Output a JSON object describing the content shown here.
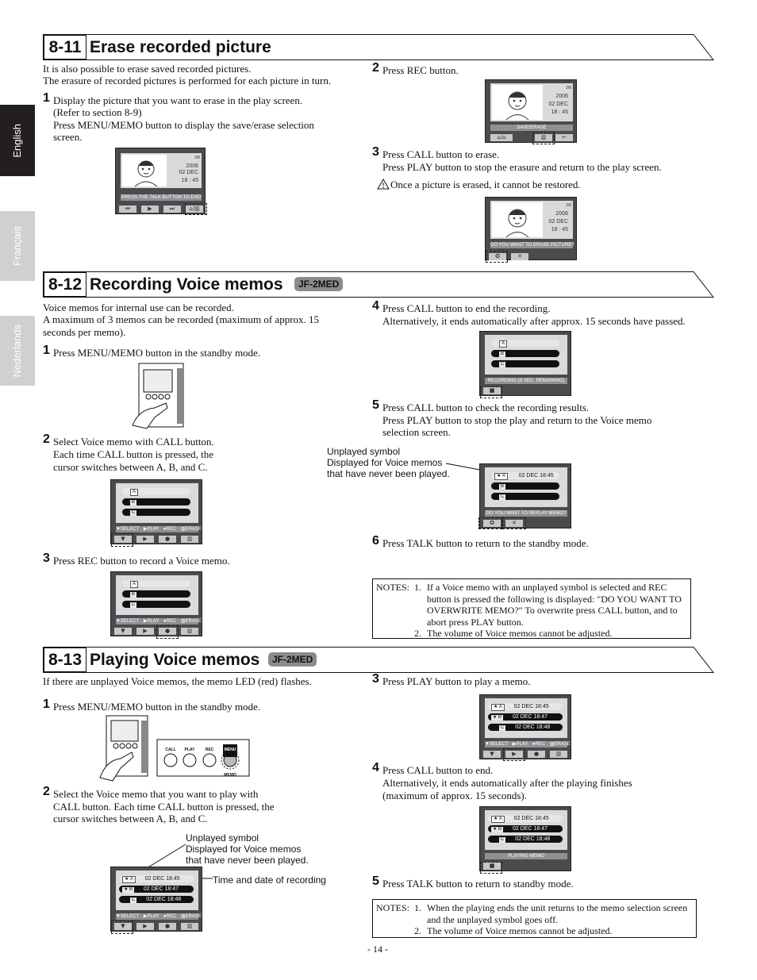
{
  "side_tabs": [
    "English",
    "Français",
    "Nederlands"
  ],
  "s811": {
    "num": "8-11",
    "title": "Erase recorded picture",
    "intro": [
      "It is also possible to erase saved recorded pictures.",
      "The erasure of recorded pictures is performed for each picture in turn."
    ],
    "step1": [
      "Display the picture that you want to erase in the play screen.",
      "(Refer to section 8-9)",
      "Press MENU/MEMO button to display the save/erase selection",
      "screen."
    ],
    "step2": "Press REC button.",
    "step3": [
      "Press CALL button to erase.",
      "Press PLAY button to stop the erasure and return to the play screen."
    ],
    "warning": "Once a picture is erased, it cannot be restored.",
    "lcd": {
      "count": "3/8",
      "year": "2006",
      "day": "02 DEC",
      "time": "18 : 45",
      "bar1": "PRESS THE TALK BUTTON TO END",
      "bar2": "SAVE/ERASE",
      "bar3": "DO YOU WANT TO ERASE PICTURE?"
    }
  },
  "s812": {
    "num": "8-12",
    "title": "Recording Voice memos",
    "badge": "JF-2MED",
    "intro": [
      "Voice memos for internal use can be recorded.",
      "A maximum of 3 memos can be recorded (maximum of approx. 15",
      "seconds per memo)."
    ],
    "step1": "Press MENU/MEMO button in the standby mode.",
    "step2": [
      "Select Voice memo with CALL button.",
      "Each time CALL button is pressed, the",
      "cursor switches between A, B, and C."
    ],
    "step3": "Press REC button to record a Voice memo.",
    "step4": [
      "Press CALL button to end the recording.",
      "Alternatively, it ends automatically after approx. 15 seconds have passed."
    ],
    "step5": [
      "Press CALL button to check the recording results.",
      "Press PLAY button to stop the play and return to the Voice memo",
      "selection screen."
    ],
    "step6": "Press TALK button to return to the standby mode.",
    "callout": [
      "Unplayed symbol",
      "Displayed for Voice memos",
      "that have never been played."
    ],
    "lcd": {
      "rec_bar": "RECORDING (8 SEC. REMAINING)",
      "replay_bar": "DO YOU WANT TO REPLAY MEMO?",
      "date": "02 DEC 18:45",
      "menu": [
        "▼SELECT",
        "▶PLAY",
        "●REC",
        "▥ERASE"
      ]
    },
    "notes_label": "NOTES:",
    "notes": [
      "If a Voice memo with an unplayed symbol is selected and REC",
      "button is pressed the following is displayed: \"DO YOU WANT TO",
      "OVERWRITE MEMO?\" To overwrite press CALL button, and to",
      "abort press PLAY button.",
      "The volume of Voice memos cannot be adjusted."
    ]
  },
  "s813": {
    "num": "8-13",
    "title": "Playing Voice memos",
    "badge": "JF-2MED",
    "intro": "If there are unplayed Voice memos, the memo LED (red) flashes.",
    "step1": "Press MENU/MEMO button in the standby mode.",
    "step2": [
      "Select the Voice memo that you want to play with",
      "CALL button. Each time CALL button is pressed, the",
      "cursor switches between A, B, and C."
    ],
    "step3": "Press PLAY button to play a memo.",
    "step4": [
      "Press CALL button to end.",
      "Alternatively, it ends automatically after the playing finishes",
      "(maximum of approx. 15 seconds)."
    ],
    "step5": "Press TALK button to return to standby mode.",
    "callout": [
      "Unplayed symbol",
      "Displayed for Voice memos",
      "that have never been played."
    ],
    "callout_time": "Time and date of recording",
    "buttons": [
      "CALL",
      "PLAY",
      "REC",
      "MENU",
      "MEMO"
    ],
    "lcd": {
      "dates": [
        "02 DEC 18:45",
        "02 DEC 18:47",
        "02 DEC 18:48"
      ],
      "playing_bar": "PLAYING MEMO"
    },
    "notes_label": "NOTES:",
    "notes": [
      "When the playing ends the unit returns to the memo selection screen",
      "and the unplayed symbol goes off.",
      "The volume of Voice memos cannot be adjusted."
    ]
  },
  "page_number": "- 14 -"
}
